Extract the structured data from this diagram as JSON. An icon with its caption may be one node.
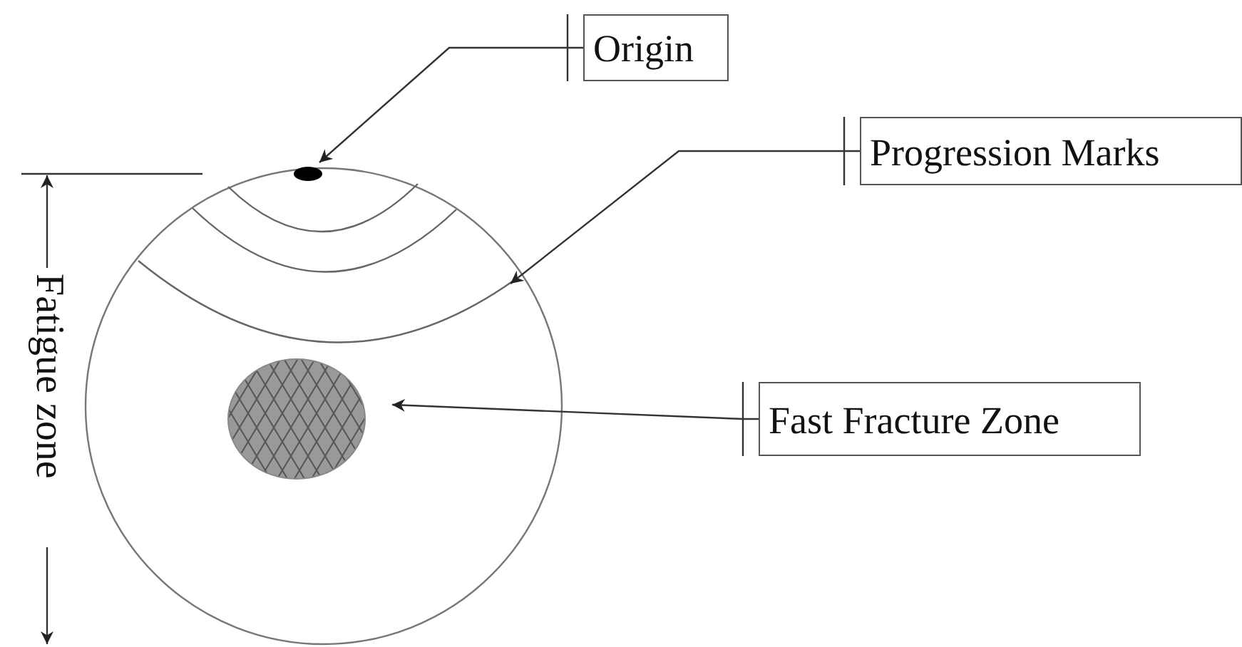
{
  "diagram": {
    "nodes": [
      {
        "text": [
          "Origin"
        ]
      },
      {
        "text": [
          "Progression Marks"
        ]
      },
      {
        "text": [
          "Fast Fracture Zone"
        ]
      },
      {
        "text": [],
        "shape": "circle"
      },
      {
        "text": [],
        "shape": "arc"
      },
      {
        "text": [],
        "shape": "circle"
      }
    ],
    "edges": [
      {
        "from": 0,
        "to": 3,
        "arrow": "to"
      },
      {
        "from": 1,
        "to": 4,
        "arrow": "to"
      },
      {
        "from": 2,
        "to": 5,
        "arrow": "to"
      }
    ],
    "labels": [
      "Fatigue zone"
    ]
  }
}
